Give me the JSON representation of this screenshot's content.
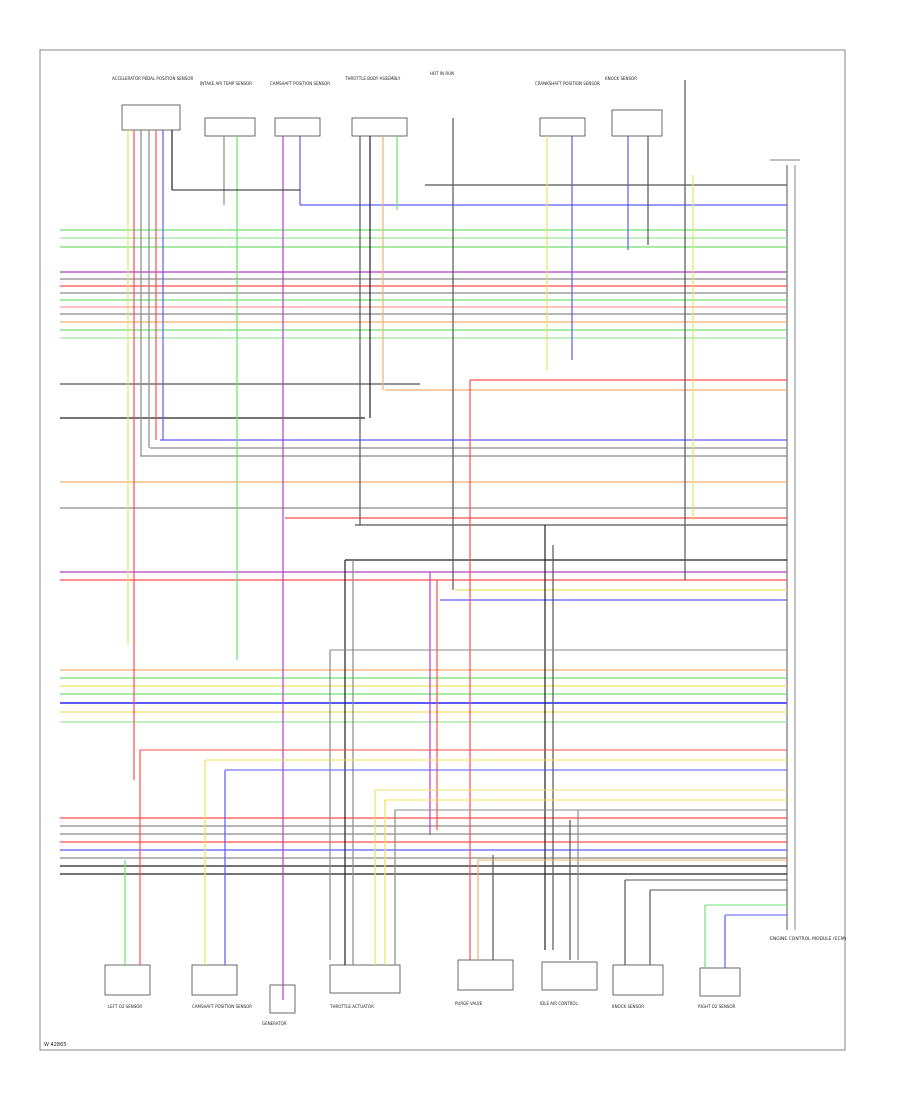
{
  "diagram": {
    "footer_code": "W 42865",
    "components": {
      "ecm_label": "ENGINE CONTROL MODULE (ECM)",
      "generator": "GENERATOR",
      "top_labels": [
        "ACCELERATOR PEDAL POSITION SENSOR",
        "INTAKE AIR TEMP SENSOR",
        "CAMSHAFT POSITION SENSOR",
        "THROTTLE BODY ASSEMBLY",
        "HOT IN RUN",
        "CRANKSHAFT POSITION SENSOR",
        "KNOCK SENSOR"
      ],
      "bottom_labels": [
        "LEFT O2 SENSOR",
        "CAMSHAFT POSITION SENSOR",
        "GENERATOR",
        "THROTTLE ACTUATOR",
        "PURGE VALVE",
        "IDLE AIR CONTROL",
        "KNOCK SENSOR",
        "RIGHT O2 SENSOR"
      ]
    },
    "colors": {
      "red": "#ff4d4d",
      "green": "#70e070",
      "blue": "#5a5aff",
      "yellow": "#f0e060",
      "orange": "#f0b070",
      "violet": "#b040c0",
      "gray": "#8a8a8a",
      "black": "#222222",
      "pink": "#ff9a9a"
    }
  }
}
